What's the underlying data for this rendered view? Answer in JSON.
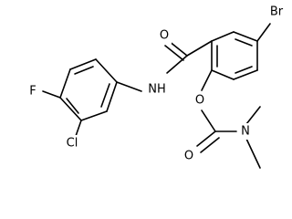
{
  "structure": {
    "labels": {
      "br": "Br",
      "carbonyl_o_amide": "O",
      "nh": "NH",
      "f": "F",
      "cl": "Cl",
      "ester_o": "O",
      "carbamate_o": "O",
      "n": "N"
    }
  }
}
